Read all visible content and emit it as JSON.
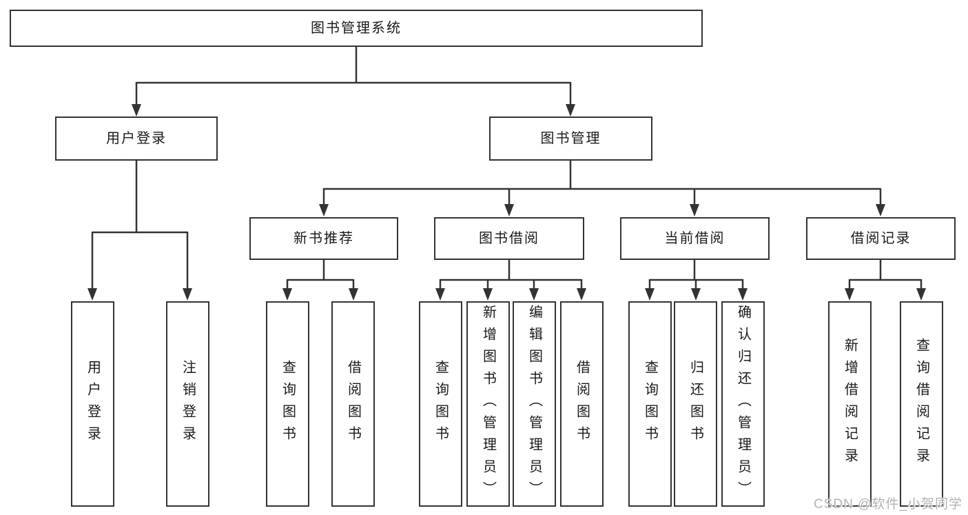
{
  "nodes": {
    "root": "图书管理系统",
    "level2": {
      "user_login": "用户登录",
      "book_management": "图书管理"
    },
    "level3": {
      "new_book_recommend": "新书推荐",
      "book_borrow": "图书借阅",
      "current_borrow": "当前借阅",
      "borrow_records": "借阅记录"
    },
    "leaves": {
      "user_login": "用户登录",
      "logout": "注销登录",
      "recommend_query_books": "查询图书",
      "recommend_borrow_books": "借阅图书",
      "borrow_query_books": "查询图书",
      "borrow_add_books_admin": "新增图书（管理员）",
      "borrow_edit_books_admin": "编辑图书（管理员）",
      "borrow_borrow_books": "借阅图书",
      "current_query_books": "查询图书",
      "current_return_books": "归还图书",
      "current_confirm_return_admin": "确认归还（管理员）",
      "records_add_record": "新增借阅记录",
      "records_query_record": "查询借阅记录"
    }
  },
  "watermark": "CSDN @软件_小贺同学",
  "colors": {
    "line": "#333333",
    "box_border": "#333333",
    "box_fill": "#ffffff",
    "text": "#1a1a1a",
    "background": "#ffffff",
    "watermark": "#b3b3b3"
  }
}
